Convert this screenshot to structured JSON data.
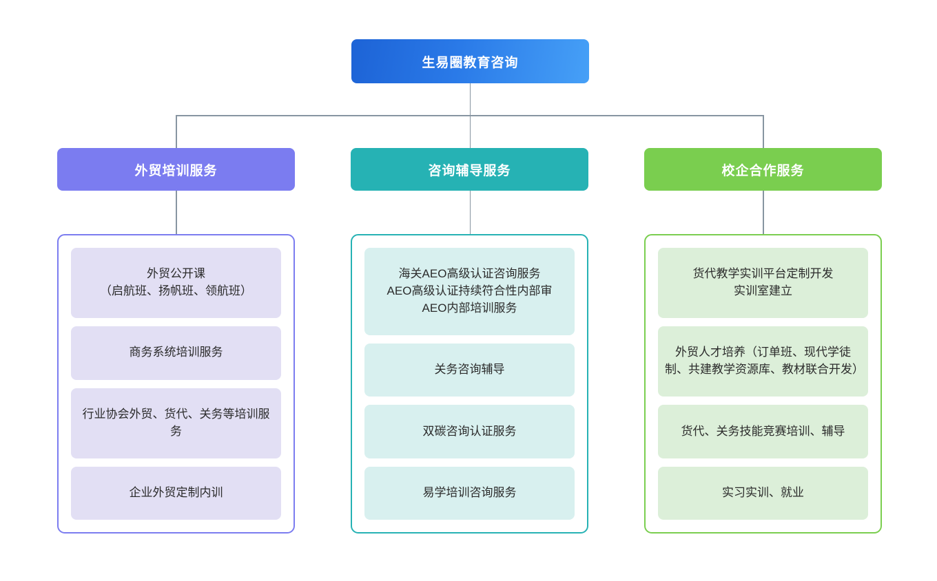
{
  "root": {
    "label": "生易圈教育咨询",
    "color_start": "#1d63d6",
    "color_end": "#46a0f7"
  },
  "connector_color": "#8795a1",
  "columns": [
    {
      "header": "外贸培训服务",
      "header_color": "#7b7cf0",
      "card_color": "#e2dff4",
      "items": [
        "外贸公开课\n（启航班、扬帆班、领航班）",
        "商务系统培训服务",
        "行业协会外贸、货代、关务等培训服务",
        "企业外贸定制内训"
      ]
    },
    {
      "header": "咨询辅导服务",
      "header_color": "#26b2b4",
      "card_color": "#d8f0ef",
      "items": [
        "海关AEO高级认证咨询服务\nAEO高级认证持续符合性内部审\nAEO内部培训服务",
        "关务咨询辅导",
        "双碳咨询认证服务",
        "易学培训咨询服务"
      ]
    },
    {
      "header": "校企合作服务",
      "header_color": "#7ace4f",
      "card_color": "#dcefd9",
      "items": [
        "货代教学实训平台定制开发\n实训室建立",
        "外贸人才培养（订单班、现代学徒制、共建教学资源库、教材联合开发）",
        "货代、关务技能竞赛培训、辅导",
        "实习实训、就业"
      ]
    }
  ]
}
